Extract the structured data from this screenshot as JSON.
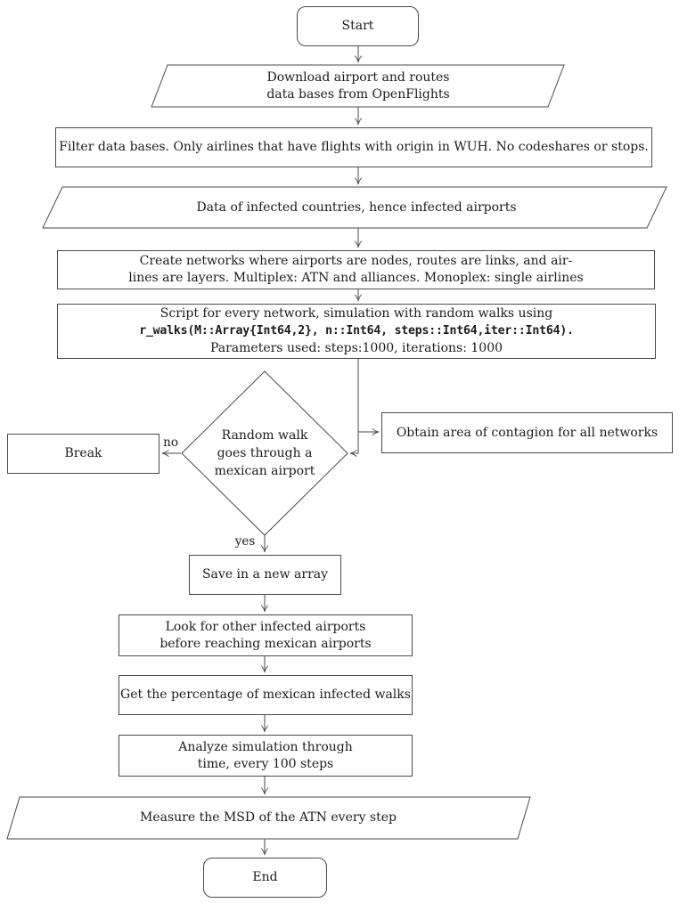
{
  "diagram": {
    "title": "Random-walk contagion simulation flowchart",
    "colors": {
      "background": "#ffffff",
      "line": "#4a4a4a",
      "text": "#1c1c1c"
    }
  },
  "nodes": {
    "start": {
      "label": "Start",
      "shape": "rounded-rectangle"
    },
    "download": {
      "line1": "Download airport and routes",
      "line2": "data bases from OpenFlights",
      "shape": "parallelogram"
    },
    "filter": {
      "label": "Filter data bases. Only airlines that have flights with origin in WUH. No codeshares or stops.",
      "shape": "rectangle"
    },
    "infected": {
      "label": "Data of infected countries, hence infected airports",
      "shape": "parallelogram"
    },
    "create": {
      "line1": "Create networks where airports are nodes, routes are links, and air-",
      "line2": "lines are layers. Multiplex: ATN and alliances. Monoplex: single airlines",
      "shape": "rectangle"
    },
    "script": {
      "line1": "Script for every network, simulation with random walks using",
      "code": "r_walks(M::Array{Int64,2}, n::Int64, steps::Int64,iter::Int64).",
      "line3": "Parameters used: steps:1000, iterations: 1000",
      "shape": "rectangle"
    },
    "decision": {
      "line1": "Random walk",
      "line2": "goes through a",
      "line3": "mexican airport",
      "shape": "diamond"
    },
    "break": {
      "label": "Break",
      "shape": "rectangle"
    },
    "obtain": {
      "label": "Obtain area of contagion for all networks",
      "shape": "rectangle"
    },
    "save": {
      "label": "Save in a new array",
      "shape": "rectangle"
    },
    "look": {
      "line1": "Look for other infected airports",
      "line2": "before reaching mexican airports",
      "shape": "rectangle"
    },
    "get": {
      "label": "Get the percentage of mexican infected walks",
      "shape": "rectangle"
    },
    "analyze": {
      "line1": "Analyze simulation through",
      "line2": "time, every 100 steps",
      "shape": "rectangle"
    },
    "msd": {
      "label": "Measure the MSD of the ATN every step",
      "shape": "parallelogram"
    },
    "end": {
      "label": "End",
      "shape": "rounded-rectangle"
    }
  },
  "edge_labels": {
    "no": "no",
    "yes": "yes"
  }
}
